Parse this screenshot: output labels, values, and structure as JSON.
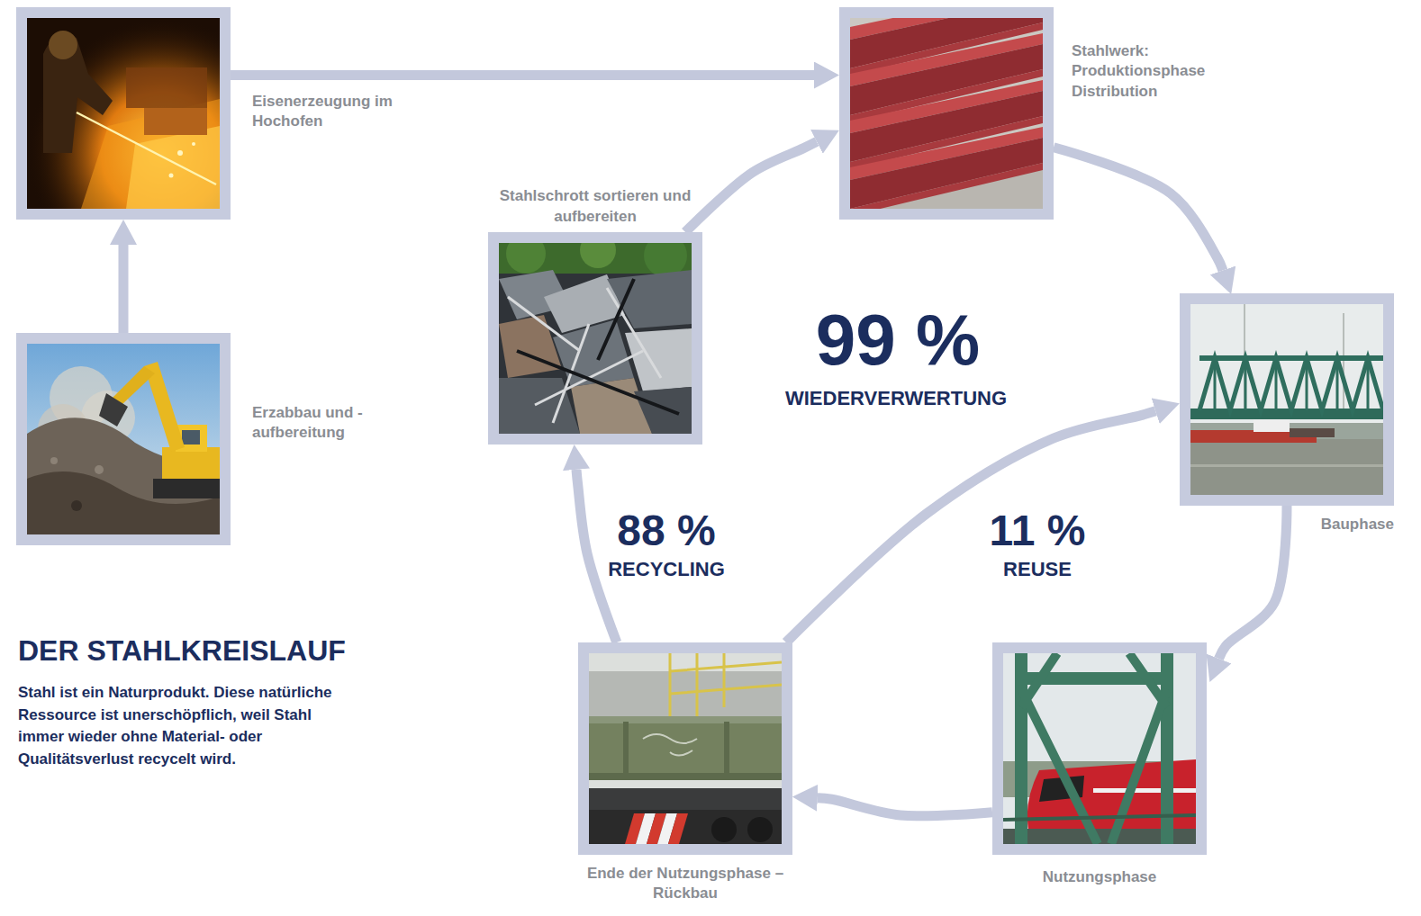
{
  "diagram": {
    "title": "DER STAHLKREISLAUF",
    "caption": "Stahl ist ein Naturprodukt. Diese natürliche Ressource ist unerschöpflich, weil Stahl immer wieder ohne Material- oder Qualitätsverlust recycelt wird.",
    "nodes": [
      {
        "text": [
          "Eisenerzeugung im Hochofen"
        ]
      },
      {
        "text": [
          "Stahlwerk: Produktionsphase Distribution"
        ]
      },
      {
        "text": [
          "Stahlschrott sortieren und aufbereiten"
        ]
      },
      {
        "text": [
          "Bauphase"
        ]
      },
      {
        "text": [
          "Erzabbau und -aufbereitung"
        ]
      },
      {
        "text": [
          "Ende der Nutzungsphase – Rückbau"
        ]
      },
      {
        "text": [
          "Nutzungsphase"
        ]
      }
    ],
    "edges": [
      {
        "from": 4,
        "to": 0,
        "arrow": "to"
      },
      {
        "from": 0,
        "to": 1,
        "arrow": "to"
      },
      {
        "from": 2,
        "to": 1,
        "arrow": "to"
      },
      {
        "from": 1,
        "to": 3,
        "arrow": "to"
      },
      {
        "from": 3,
        "to": 6,
        "arrow": "to"
      },
      {
        "from": 6,
        "to": 5,
        "arrow": "to"
      },
      {
        "from": 5,
        "to": 2,
        "arrow": "to"
      },
      {
        "from": 5,
        "to": 3,
        "arrow": "to"
      }
    ],
    "labels": [
      "99 %",
      "WIEDERVERWERTUNG",
      "88 %",
      "RECYCLING",
      "11 %",
      "REUSE"
    ]
  }
}
